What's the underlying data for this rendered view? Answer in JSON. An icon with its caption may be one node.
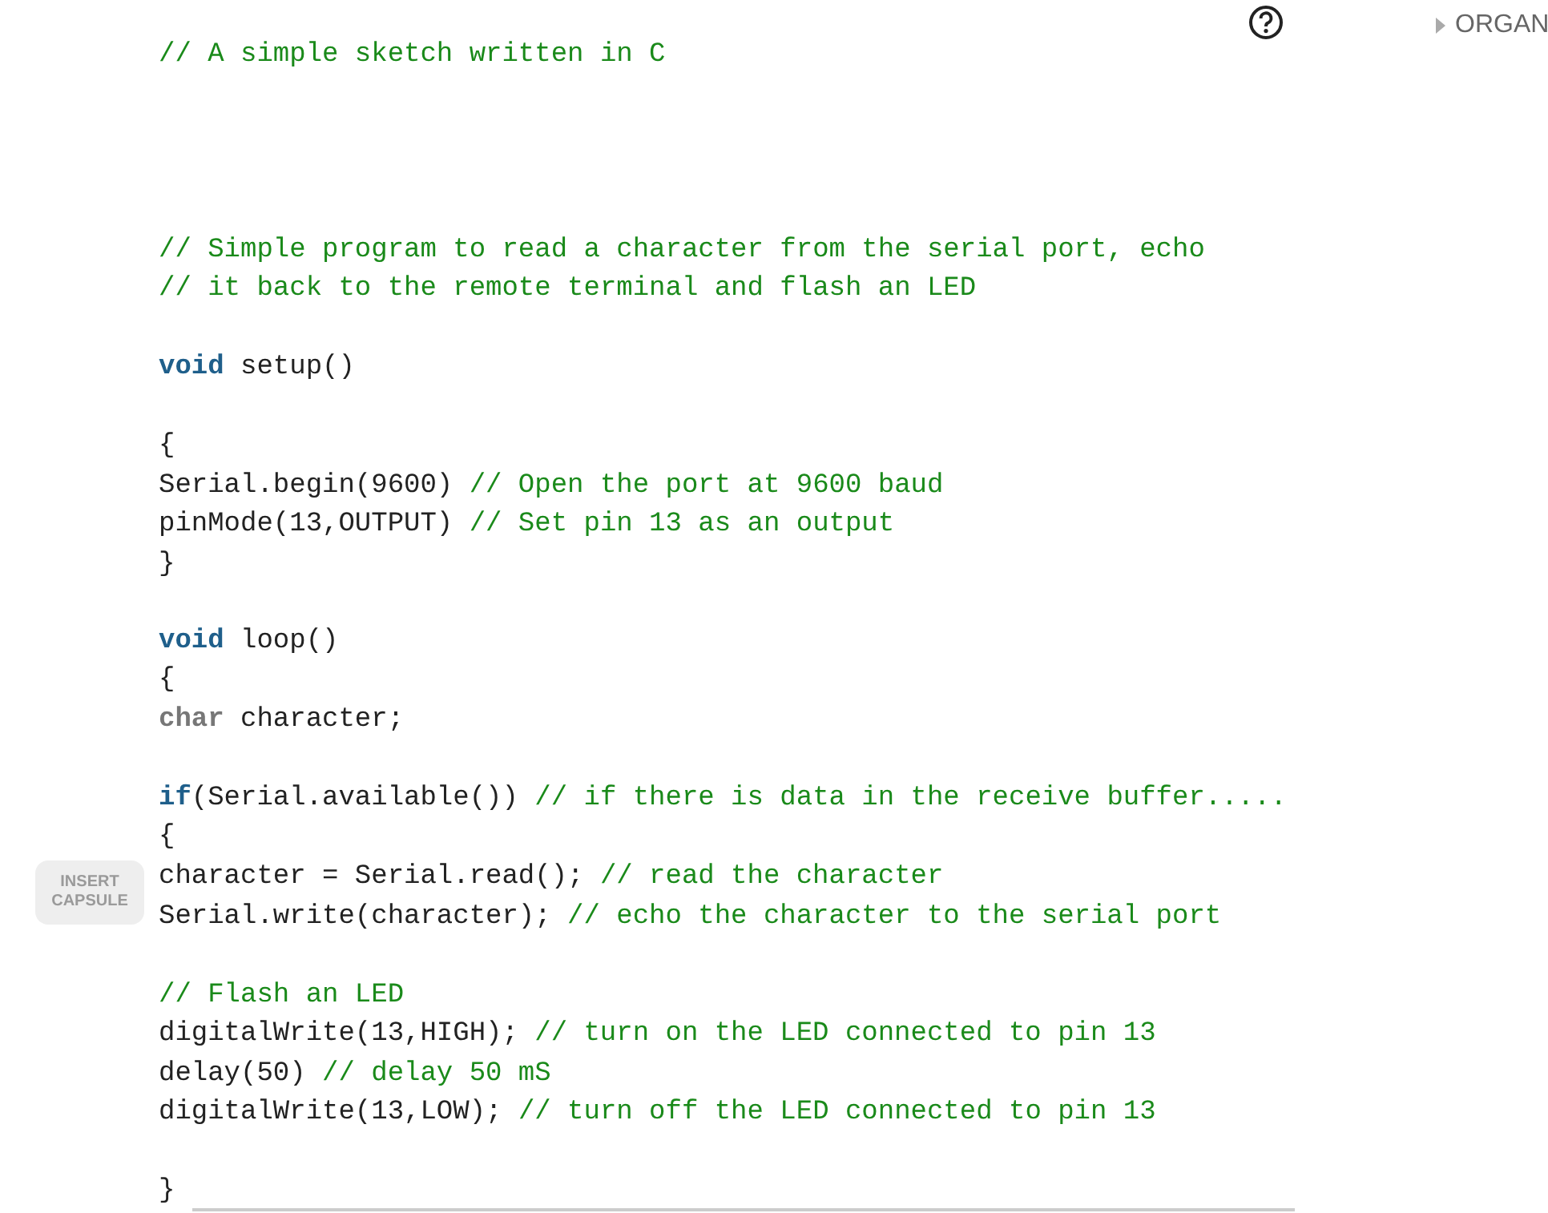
{
  "diagram": {
    "labels": [
      "// A simple sketch written in C",
      "// Simple program to read a character from the serial port, echo",
      "// it back to the remote terminal and flash an LED",
      "**void** setup()",
      "{",
      "Serial.begin(9600)",
      "// Open the port at 9600 baud",
      "pinMode(13,OUTPUT)",
      "// Set pin 13 as an output",
      "}",
      "**void** loop()",
      "{",
      "**char** character;",
      "**if**(Serial.available())",
      "// if there is data in the receive buffer.....",
      "{",
      "character = Serial.read();",
      "// read the character",
      "Serial.write(character);",
      "// echo the character to the serial port",
      "// Flash an LED",
      "digitalWrite(13,HIGH);",
      "// turn on the LED connected to pin 13",
      "delay(50)",
      "// delay 50 mS",
      "digitalWrite(13,LOW);",
      "// turn off the LED connected to pin 13",
      "}",
      "INSERT CAPSULE",
      "ORGAN"
    ]
  }
}
